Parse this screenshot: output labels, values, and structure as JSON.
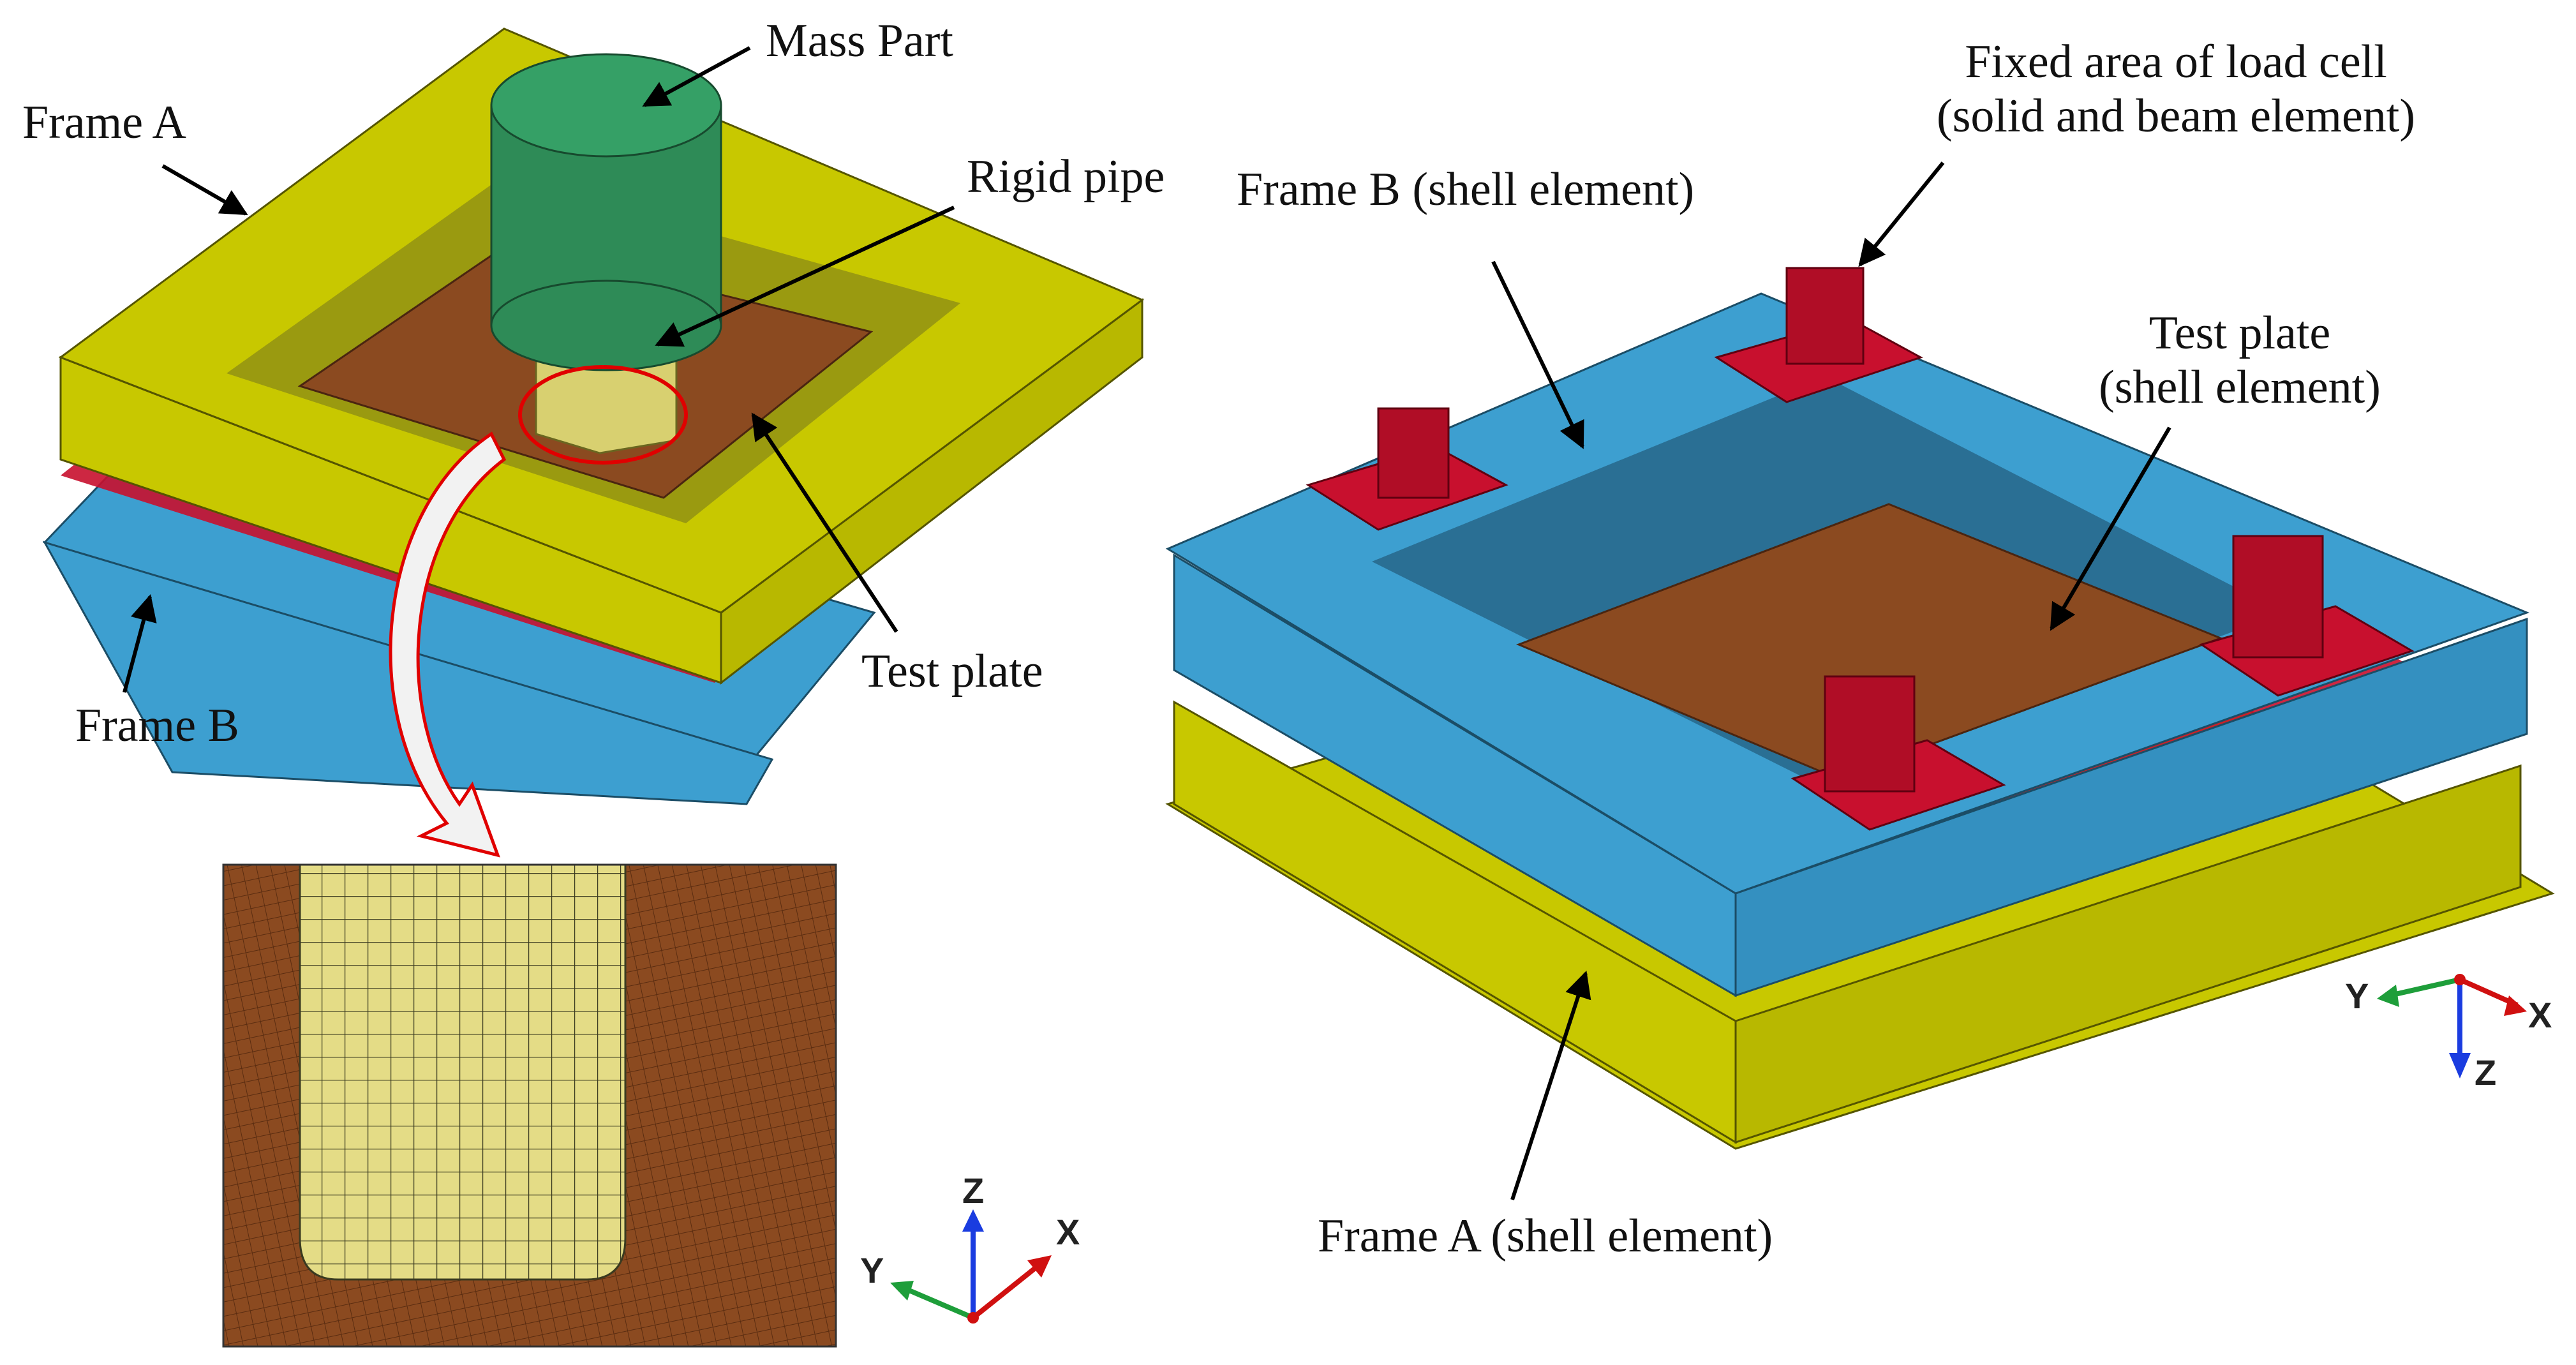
{
  "left_panel": {
    "labels": {
      "mass_part": "Mass Part",
      "frame_a": "Frame A",
      "rigid_pipe": "Rigid pipe",
      "test_plate": "Test plate",
      "frame_b": "Frame B"
    },
    "axes": {
      "z": "Z",
      "x": "X",
      "y": "Y"
    }
  },
  "right_panel": {
    "labels": {
      "fixed_area_line1": "Fixed area of load cell",
      "fixed_area_line2": "(solid and beam element)",
      "frame_b_shell": "Frame B (shell element)",
      "test_plate_line1": "Test plate",
      "test_plate_line2": "(shell element)",
      "frame_a_shell": "Frame A (shell element)"
    },
    "axes": {
      "y": "Y",
      "x": "X",
      "z": "Z"
    }
  },
  "colors": {
    "frame_a_yellow": "#c8c800",
    "frame_b_blue": "#3d9fd0",
    "test_plate_brown": "#8b4a20",
    "mass_green": "#2e8b57",
    "stiffener_red": "#c8102e",
    "pipe_khaki": "#d8d070",
    "axis_red": "#d01010",
    "axis_green": "#1e9e3a",
    "axis_blue": "#1a3ce0"
  }
}
